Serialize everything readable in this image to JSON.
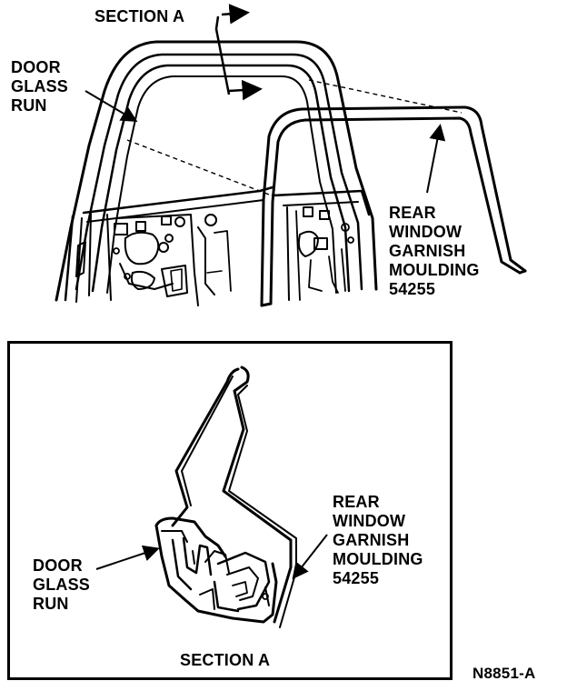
{
  "main_view": {
    "section_callout": "SECTION A",
    "door_glass_run": [
      "DOOR",
      "GLASS",
      "RUN"
    ],
    "rear_moulding": [
      "REAR",
      "WINDOW",
      "GARNISH",
      "MOULDING",
      "54255"
    ]
  },
  "section_detail": {
    "title": "SECTION A",
    "door_glass_run": [
      "DOOR",
      "GLASS",
      "RUN"
    ],
    "rear_moulding": [
      "REAR",
      "WINDOW",
      "GARNISH",
      "MOULDING",
      "54255"
    ]
  },
  "figure_id": "N8851-A",
  "colors": {
    "ink": "#000000",
    "paper": "#ffffff"
  }
}
